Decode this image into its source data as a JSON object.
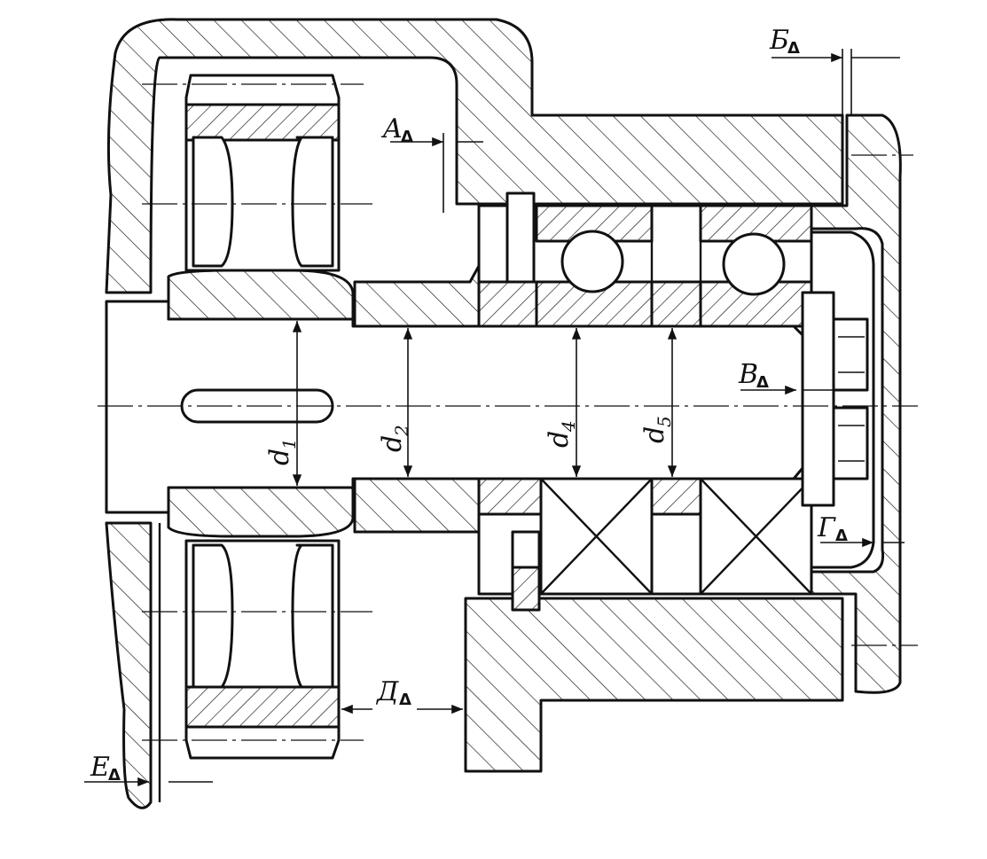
{
  "labels": {
    "A": {
      "letter": "A",
      "sub": "Δ"
    },
    "B": {
      "letter": "Б",
      "sub": "Δ"
    },
    "V": {
      "letter": "B",
      "sub": "Δ"
    },
    "G": {
      "letter": "Г",
      "sub": "Δ"
    },
    "D": {
      "letter": "Д",
      "sub": "Δ"
    },
    "E": {
      "letter": "E",
      "sub": "Δ"
    }
  },
  "diameters": {
    "d1": {
      "letter": "d",
      "sub": "1"
    },
    "d2": {
      "letter": "d",
      "sub": "2"
    },
    "d4": {
      "letter": "d",
      "sub": "4"
    },
    "d5": {
      "letter": "d",
      "sub": "5"
    }
  }
}
